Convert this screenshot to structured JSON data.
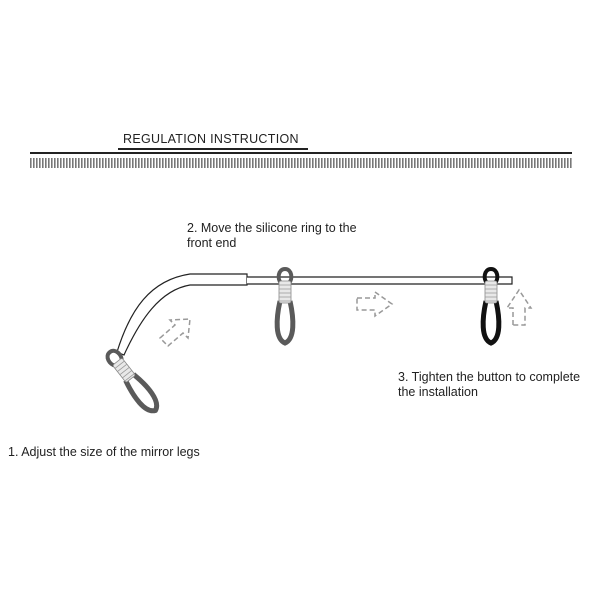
{
  "title": "REGULATION INSTRUCTION",
  "steps": [
    {
      "line1": "1. Adjust the size of the mirror legs"
    },
    {
      "line1": "2. Move the silicone ring to the",
      "line2": "front end"
    },
    {
      "line1": "3. Tighten the button to complete",
      "line2": "the installation"
    }
  ],
  "colors": {
    "ring_gray": "#5a5a5a",
    "ring_black": "#111111",
    "arrow": "#999999"
  }
}
